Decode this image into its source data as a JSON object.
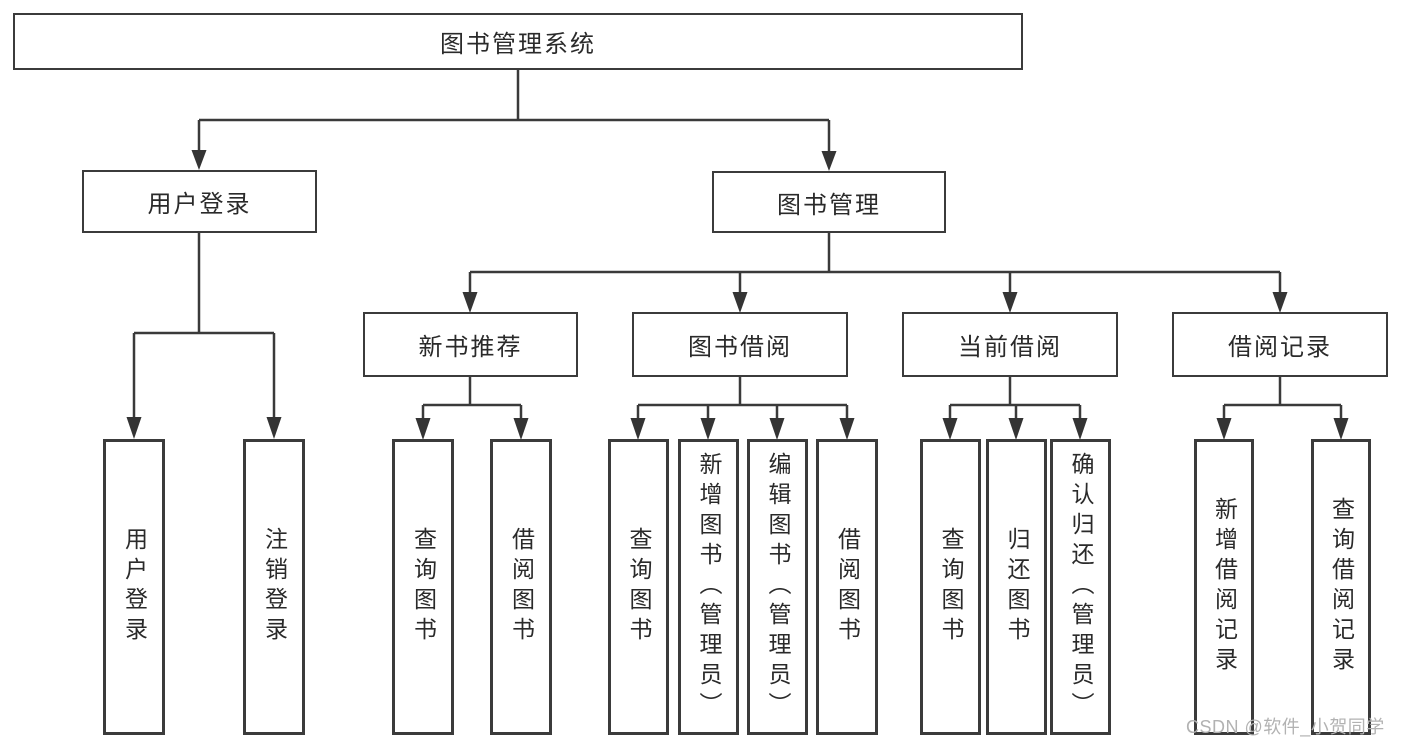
{
  "diagram": {
    "root": {
      "label": "图书管理系统",
      "children": [
        {
          "label": "用户登录",
          "children": [
            {
              "label": "用户登录"
            },
            {
              "label": "注销登录"
            }
          ]
        },
        {
          "label": "图书管理",
          "children": [
            {
              "label": "新书推荐",
              "children": [
                {
                  "label": "查询图书"
                },
                {
                  "label": "借阅图书"
                }
              ]
            },
            {
              "label": "图书借阅",
              "children": [
                {
                  "label": "查询图书"
                },
                {
                  "label": "新增图书（管理员）"
                },
                {
                  "label": "编辑图书（管理员）"
                },
                {
                  "label": "借阅图书"
                }
              ]
            },
            {
              "label": "当前借阅",
              "children": [
                {
                  "label": "查询图书"
                },
                {
                  "label": "归还图书"
                },
                {
                  "label": "确认归还（管理员）"
                }
              ]
            },
            {
              "label": "借阅记录",
              "children": [
                {
                  "label": "新增借阅记录"
                },
                {
                  "label": "查询借阅记录"
                }
              ]
            }
          ]
        }
      ]
    }
  },
  "watermark": {
    "text": "CSDN @软件_小贺同学"
  },
  "colors": {
    "line": "#3a3a3a",
    "border": "#3b3b3b",
    "text": "#2a2a2a",
    "watermark": "#b2b2b2",
    "background": "#ffffff"
  }
}
